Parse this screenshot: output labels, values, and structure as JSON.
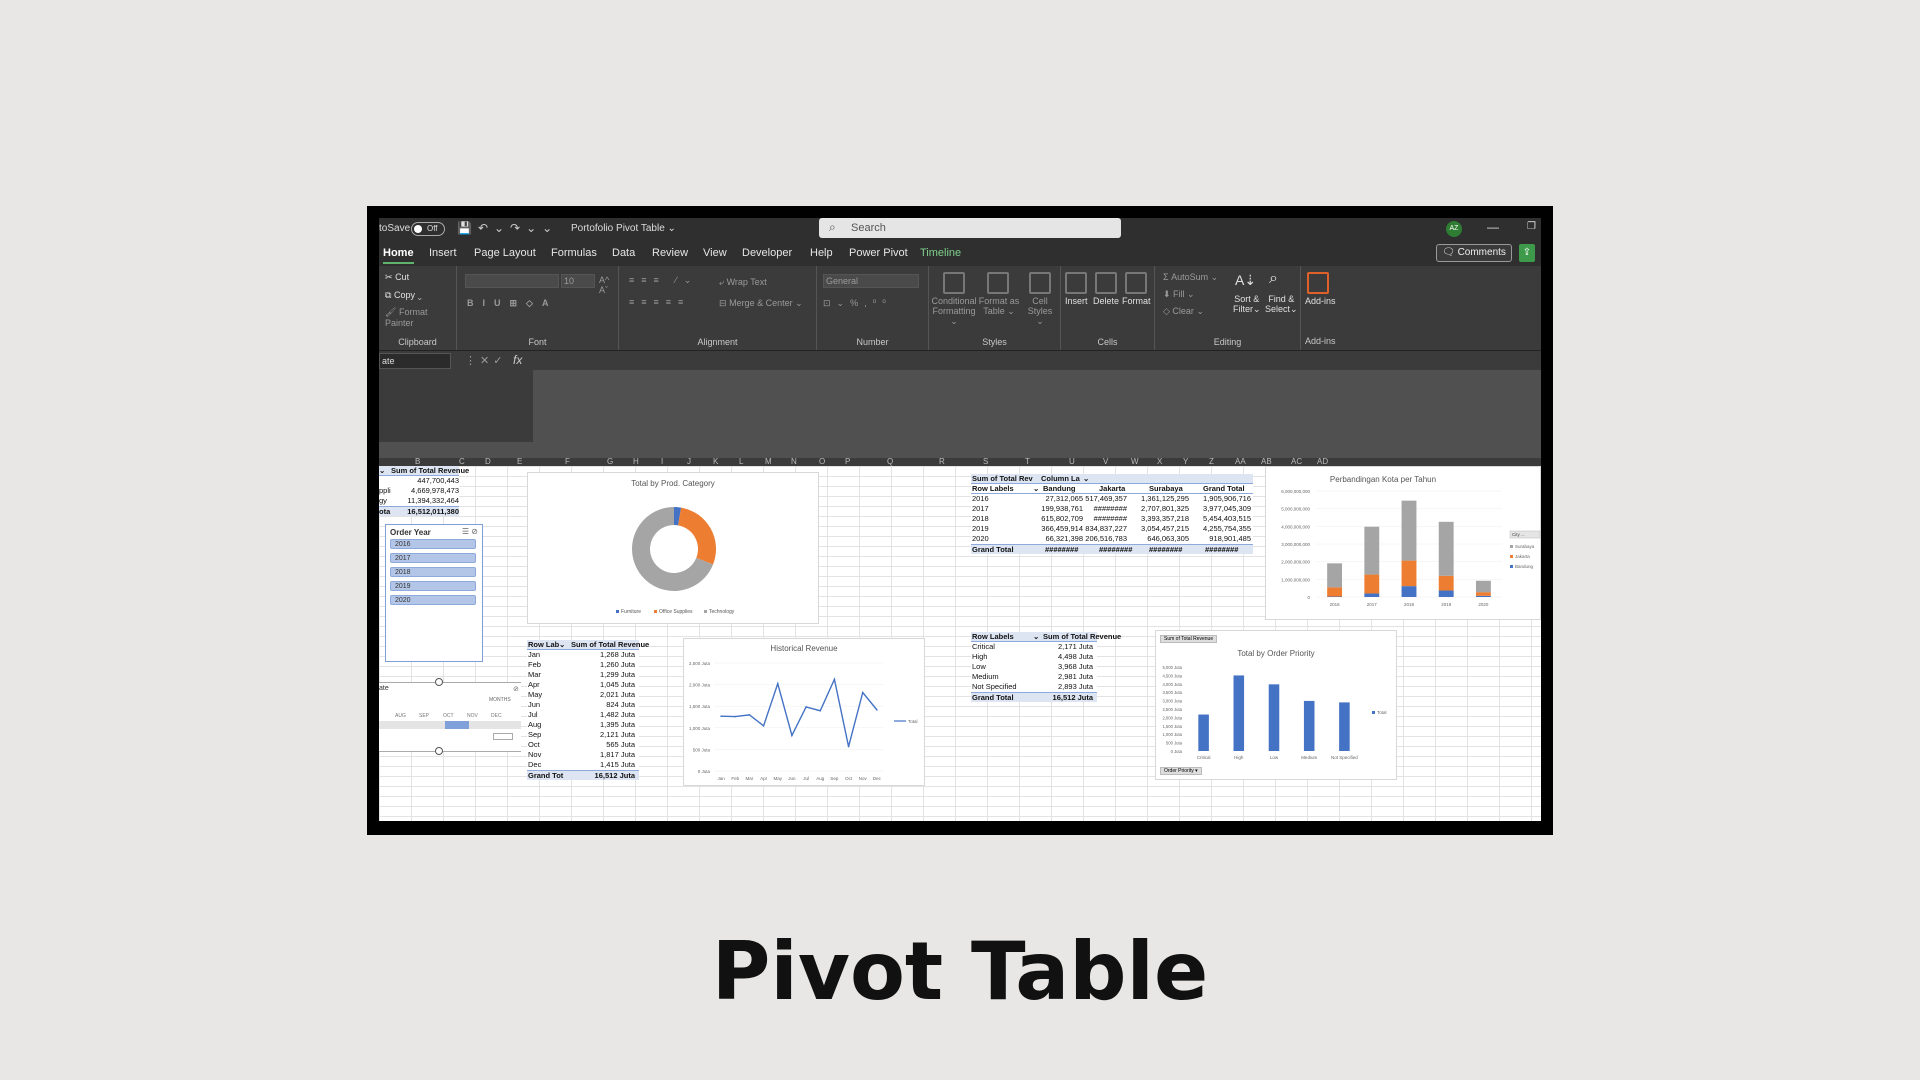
{
  "titlebar": {
    "autosave": "toSave",
    "toggle": "Off",
    "doc_title": "Portofolio Pivot Table ⌄",
    "search_placeholder": "Search",
    "avatar": "AZ"
  },
  "tabs": [
    "Home",
    "Insert",
    "Page Layout",
    "Formulas",
    "Data",
    "Review",
    "View",
    "Developer",
    "Help",
    "Power Pivot",
    "Timeline"
  ],
  "comments_label": "Comments",
  "ribbon": {
    "clipboard": {
      "cut": "Cut",
      "copy": "Copy",
      "painter": "Format Painter",
      "label": "Clipboard"
    },
    "font": {
      "size": "10",
      "label": "Font"
    },
    "alignment": {
      "wrap": "Wrap Text",
      "merge": "Merge & Center",
      "label": "Alignment"
    },
    "number": {
      "format": "General",
      "label": "Number"
    },
    "styles": {
      "cond": "Conditional",
      "cond2": "Formatting",
      "fmt": "Format as",
      "fmt2": "Table",
      "cell": "Cell",
      "cell2": "Styles",
      "label": "Styles"
    },
    "cells": {
      "insert": "Insert",
      "delete": "Delete",
      "format": "Format",
      "label": "Cells"
    },
    "editing": {
      "autosum": "AutoSum",
      "fill": "Fill",
      "clear": "Clear",
      "sort": "Sort &",
      "sort2": "Filter",
      "find": "Find &",
      "find2": "Select",
      "label": "Editing"
    },
    "addins": {
      "name": "Add-ins",
      "label": "Add-ins"
    }
  },
  "namebox": "ate",
  "columns": [
    "B",
    "C",
    "D",
    "E",
    "F",
    "G",
    "H",
    "I",
    "J",
    "K",
    "L",
    "M",
    "N",
    "O",
    "P",
    "Q",
    "R",
    "S",
    "T",
    "U",
    "V",
    "W",
    "X",
    "Y",
    "Z",
    "AA",
    "AB",
    "AC",
    "AD"
  ],
  "pivot_category": {
    "header": "Sum of Total Revenue",
    "rows": [
      {
        "label": "",
        "value": "447,700,443"
      },
      {
        "label": "ppli",
        "value": "4,669,978,473"
      },
      {
        "label": "gy",
        "value": "11,394,332,464"
      }
    ],
    "total_label": "ota",
    "total": "16,512,011,380"
  },
  "slicer_year": {
    "title": "Order Year",
    "items": [
      "2016",
      "2017",
      "2018",
      "2019",
      "2020"
    ]
  },
  "timeline": {
    "title": "ate",
    "unit": "MONTHS",
    "months": [
      "AUG",
      "SEP",
      "OCT",
      "NOV",
      "DEC"
    ]
  },
  "pivot_city": {
    "header": [
      "Sum of Total Rev",
      "Column La"
    ],
    "columns": [
      "Row Labels",
      "Bandung",
      "Jakarta",
      "Surabaya",
      "Grand Total"
    ],
    "rows": [
      [
        "2016",
        "27,312,065",
        "517,469,357",
        "1,361,125,295",
        "1,905,906,716"
      ],
      [
        "2017",
        "199,938,761",
        "########",
        "2,707,801,325",
        "3,977,045,309"
      ],
      [
        "2018",
        "615,802,709",
        "########",
        "3,393,357,218",
        "5,454,403,515"
      ],
      [
        "2019",
        "366,459,914",
        "834,837,227",
        "3,054,457,215",
        "4,255,754,355"
      ],
      [
        "2020",
        "66,321,398",
        "206,516,783",
        "646,063,305",
        "918,901,485"
      ]
    ],
    "total": [
      "Grand Total",
      "########",
      "########",
      "########",
      "########"
    ]
  },
  "pivot_month": {
    "header": [
      "Row Lab",
      "Sum of Total Revenue"
    ],
    "rows": [
      [
        "Jan",
        "1,268 Juta"
      ],
      [
        "Feb",
        "1,260 Juta"
      ],
      [
        "Mar",
        "1,299 Juta"
      ],
      [
        "Apr",
        "1,045 Juta"
      ],
      [
        "May",
        "2,021 Juta"
      ],
      [
        "Jun",
        "824 Juta"
      ],
      [
        "Jul",
        "1,482 Juta"
      ],
      [
        "Aug",
        "1,395 Juta"
      ],
      [
        "Sep",
        "2,121 Juta"
      ],
      [
        "Oct",
        "565 Juta"
      ],
      [
        "Nov",
        "1,817 Juta"
      ],
      [
        "Dec",
        "1,415 Juta"
      ]
    ],
    "total": [
      "Grand Tot",
      "16,512 Juta"
    ]
  },
  "pivot_priority": {
    "header": [
      "Row Labels",
      "Sum of Total Revenue"
    ],
    "rows": [
      [
        "Critical",
        "2,171 Juta"
      ],
      [
        "High",
        "4,498 Juta"
      ],
      [
        "Low",
        "3,968 Juta"
      ],
      [
        "Medium",
        "2,981 Juta"
      ],
      [
        "Not Specified",
        "2,893 Juta"
      ]
    ],
    "total": [
      "Grand Total",
      "16,512 Juta"
    ]
  },
  "chart_data": [
    {
      "type": "pie",
      "title": "Total by Prod. Category",
      "labels": [
        "Furniture",
        "Office Supplies",
        "Technology"
      ],
      "values": [
        447700443,
        4669978473,
        11394332464
      ],
      "colors": [
        "#4472c4",
        "#ed7d31",
        "#a5a5a5"
      ],
      "legend": "bottom"
    },
    {
      "type": "bar",
      "title": "Perbandingan Kota per Tahun",
      "categories": [
        "2016",
        "2017",
        "2018",
        "2019",
        "2020"
      ],
      "series": [
        {
          "name": "Bandung",
          "values": [
            27312065,
            199938761,
            615802709,
            366459914,
            66321398
          ],
          "color": "#4472c4"
        },
        {
          "name": "Jakarta",
          "values": [
            517469357,
            1069305223,
            1445243588,
            834837227,
            206516783
          ],
          "color": "#ed7d31"
        },
        {
          "name": "Surabaya",
          "values": [
            1361125295,
            2707801325,
            3393357218,
            3054457215,
            646063305
          ],
          "color": "#a5a5a5"
        }
      ],
      "yticks": [
        "6,000,000,000",
        "5,000,000,000",
        "4,000,000,000",
        "3,000,000,000",
        "2,000,000,000",
        "1,000,000,000",
        "0"
      ],
      "ylim": [
        0,
        6000000000
      ],
      "legend_title": "City",
      "legend_labels": [
        "Surabaya",
        "Jakarta",
        "Bandung"
      ],
      "legend": "right"
    },
    {
      "type": "line",
      "title": "Historical Revenue",
      "categories": [
        "Jan",
        "Feb",
        "Mar",
        "Apr",
        "May",
        "Jun",
        "Jul",
        "Aug",
        "Sep",
        "Oct",
        "Nov",
        "Dec"
      ],
      "values": [
        1268,
        1260,
        1299,
        1045,
        2021,
        824,
        1482,
        1395,
        2121,
        565,
        1817,
        1415
      ],
      "yticks": [
        "2,500 Juta",
        "2,000 Juta",
        "1,500 Juta",
        "1,000 Juta",
        "500 Juta",
        "0 Juta"
      ],
      "ylim": [
        0,
        2500
      ],
      "legend_label": "Total",
      "color": "#4472c4"
    },
    {
      "type": "bar",
      "title": "Total by Order Priority",
      "field_button": "Sum of Total Revenue",
      "axis_button": "Order Priority ▾",
      "categories": [
        "Critical",
        "High",
        "Low",
        "Medium",
        "Not Specified"
      ],
      "values": [
        2171,
        4498,
        3968,
        2981,
        2893
      ],
      "yticks": [
        "5,000 Juta",
        "4,500 Juta",
        "4,000 Juta",
        "3,500 Juta",
        "3,000 Juta",
        "2,500 Juta",
        "2,000 Juta",
        "1,500 Juta",
        "1,000 Juta",
        "500 Juta",
        "0 Juta"
      ],
      "ylim": [
        0,
        5000
      ],
      "legend_label": "Total",
      "color": "#4472c4"
    }
  ],
  "caption": "Pivot Table"
}
